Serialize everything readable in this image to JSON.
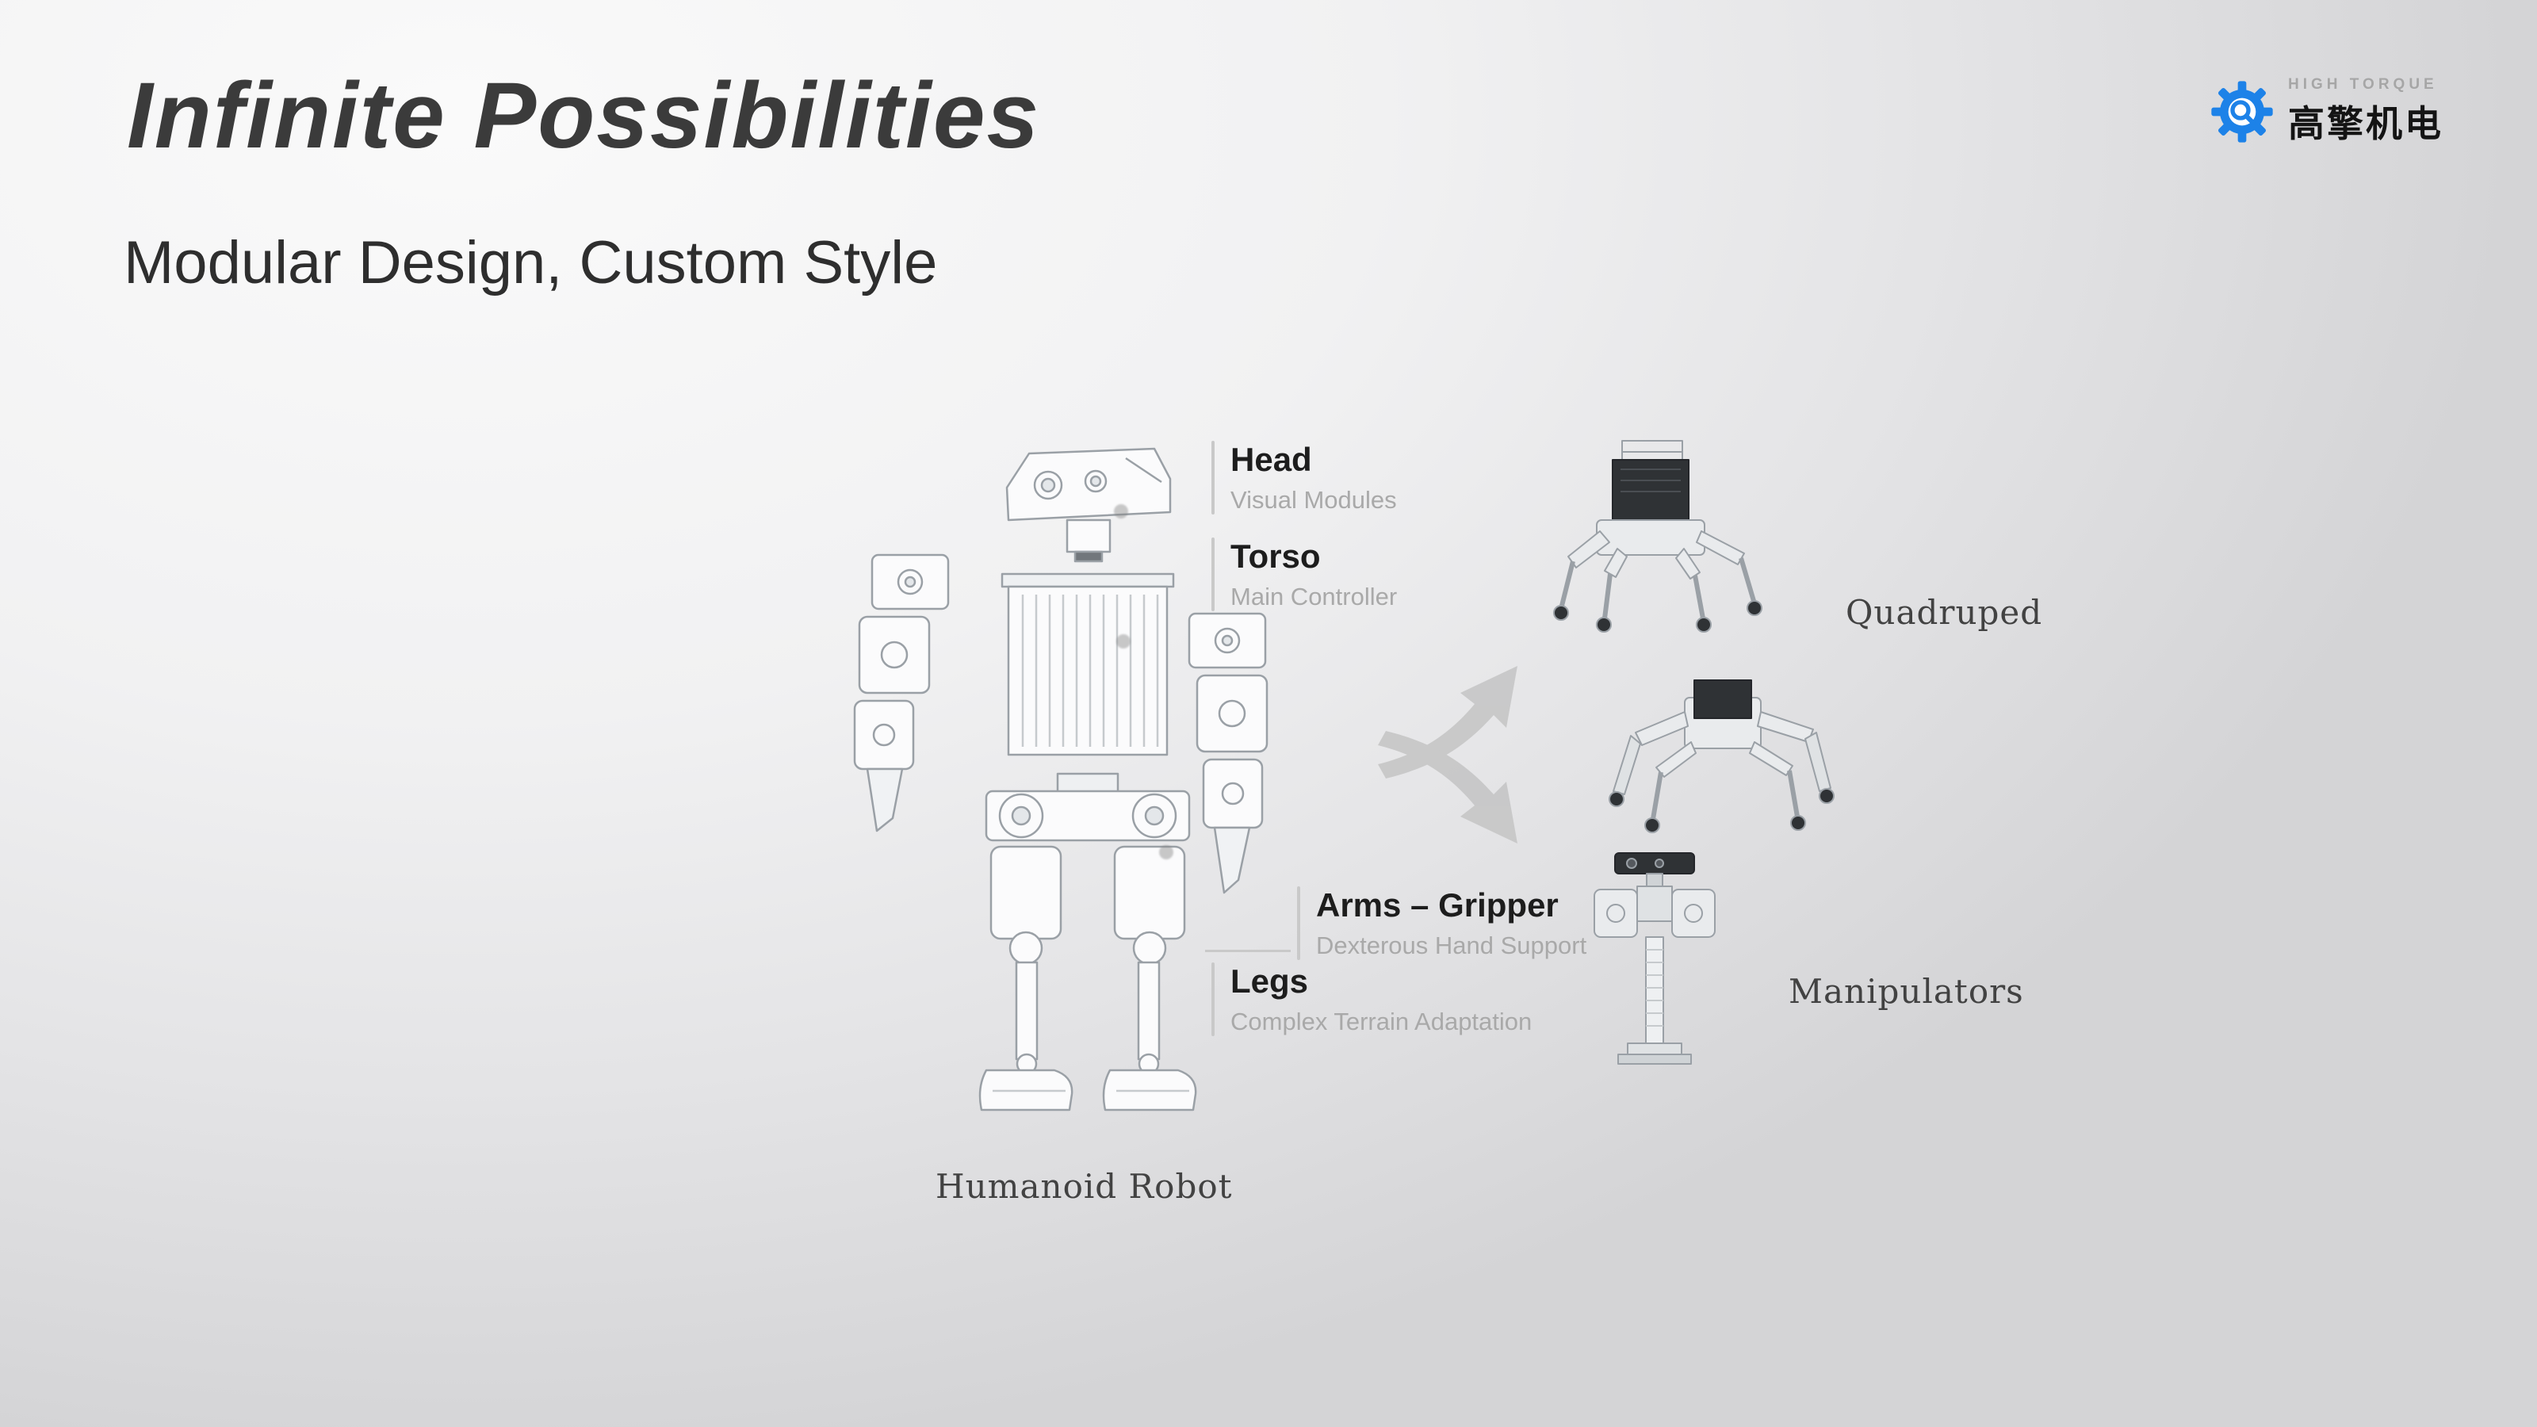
{
  "slide": {
    "title": "Infinite Possibilities",
    "subtitle": "Modular Design, Custom Style"
  },
  "logo": {
    "brand_en": "HIGH TORQUE",
    "brand_cn": "高擎机电",
    "accent_color": "#1d82e8"
  },
  "diagram": {
    "parts": [
      {
        "name": "Head",
        "desc": "Visual Modules"
      },
      {
        "name": "Torso",
        "desc": "Main Controller"
      },
      {
        "name": "Arms – Gripper",
        "desc": "Dexterous Hand Support"
      },
      {
        "name": "Legs",
        "desc": "Complex Terrain Adaptation"
      }
    ],
    "captions": {
      "humanoid": "Humanoid Robot",
      "quadruped": "Quadruped",
      "manipulators": "Manipulators"
    }
  }
}
